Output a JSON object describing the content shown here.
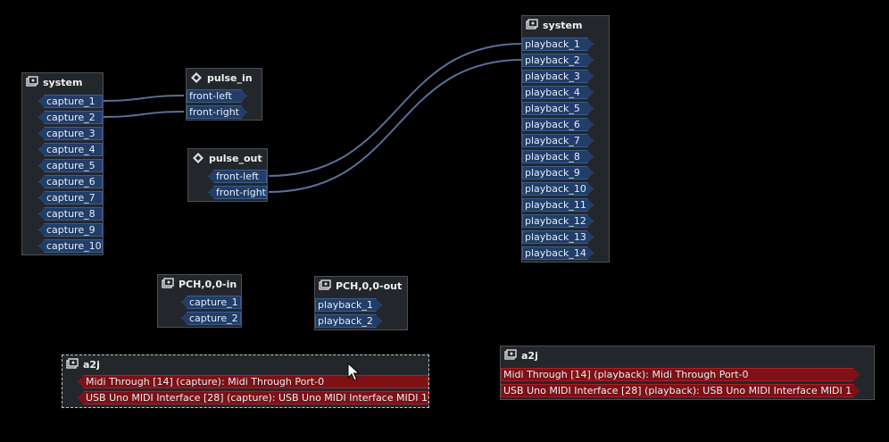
{
  "groups": {
    "system_out": {
      "title": "system",
      "icon": "audio-card-icon",
      "ports": [
        "capture_1",
        "capture_2",
        "capture_3",
        "capture_4",
        "capture_5",
        "capture_6",
        "capture_7",
        "capture_8",
        "capture_9",
        "capture_10"
      ]
    },
    "pulse_in": {
      "title": "pulse_in",
      "icon": "diamond-app-icon",
      "ports": [
        "front-left",
        "front-right"
      ]
    },
    "pulse_out": {
      "title": "pulse_out",
      "icon": "diamond-app-icon",
      "ports": [
        "front-left",
        "front-right"
      ]
    },
    "system_in": {
      "title": "system",
      "icon": "audio-card-icon",
      "ports": [
        "playback_1",
        "playback_2",
        "playback_3",
        "playback_4",
        "playback_5",
        "playback_6",
        "playback_7",
        "playback_8",
        "playback_9",
        "playback_10",
        "playback_11",
        "playback_12",
        "playback_13",
        "playback_14"
      ]
    },
    "pch_in": {
      "title": "PCH,0,0-in",
      "icon": "audio-card-icon",
      "ports": [
        "capture_1",
        "capture_2"
      ]
    },
    "pch_out": {
      "title": "PCH,0,0-out",
      "icon": "audio-card-icon",
      "ports": [
        "playback_1",
        "playback_2"
      ]
    },
    "a2j_out": {
      "title": "a2j",
      "icon": "audio-card-icon",
      "ports": [
        "Midi Through [14] (capture): Midi Through Port-0",
        "USB Uno MIDI Interface [28] (capture): USB Uno MIDI Interface MIDI 1"
      ]
    },
    "a2j_in": {
      "title": "a2j",
      "icon": "audio-card-icon",
      "ports": [
        "Midi Through [14] (playback): Midi Through Port-0",
        "USB Uno MIDI Interface [28] (playback): USB Uno MIDI Interface MIDI 1"
      ]
    }
  },
  "colors": {
    "background": "#000000",
    "box": "#23272b",
    "audio_port": "#223e68",
    "midi_port": "#7d1116",
    "wire": "#5a6e96"
  }
}
